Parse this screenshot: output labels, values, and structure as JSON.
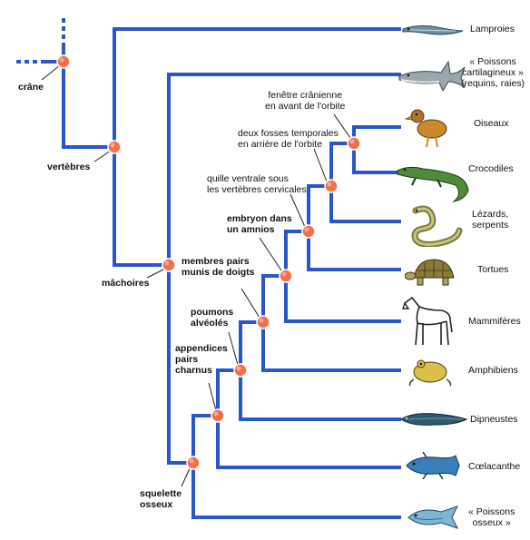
{
  "characters": {
    "crane": "crâne",
    "vertebres": "vertèbres",
    "machoires": "mâchoires",
    "squelette": "squelette\nosseux",
    "appendices": "appendices\npairs\ncharnus",
    "poumons": "poumons\nalvéolés",
    "membres": "membres pairs\nmunis de doigts",
    "embryon": "embryon dans\nun amnios",
    "quille": "quille ventrale sous\nles vertèbres cervicales",
    "fosses": "deux fosses temporales\nen arrière de l'orbite",
    "fenetre": "fenêtre crânienne\nen avant de l'orbite"
  },
  "taxa": {
    "lamproies": "Lamproies",
    "poissons_cart": "« Poissons\ncartilagineux »\n(requins, raies)",
    "oiseaux": "Oiseaux",
    "crocodiles": "Crocodiles",
    "lezards": "Lézards,\nserpents",
    "tortues": "Tortues",
    "mammiferes": "Mammifères",
    "amphibiens": "Amphibiens",
    "dipneustes": "Dipneustes",
    "coelacanthe": "Cœlacanthe",
    "poissons_osseux": "« Poissons\nosseux »"
  },
  "colors": {
    "branch": "#2a57c8",
    "node": "#f0704a",
    "node_highlight": "#fba890"
  },
  "icons": {
    "lamproies": "lamprey-icon",
    "poissons_cart": "shark-icon",
    "oiseaux": "duck-icon",
    "crocodiles": "crocodile-icon",
    "lezards": "snake-icon",
    "tortues": "tortoise-icon",
    "mammiferes": "horse-icon",
    "amphibiens": "frog-icon",
    "dipneustes": "lungfish-icon",
    "coelacanthe": "coelacanth-icon",
    "poissons_osseux": "bony-fish-icon"
  }
}
